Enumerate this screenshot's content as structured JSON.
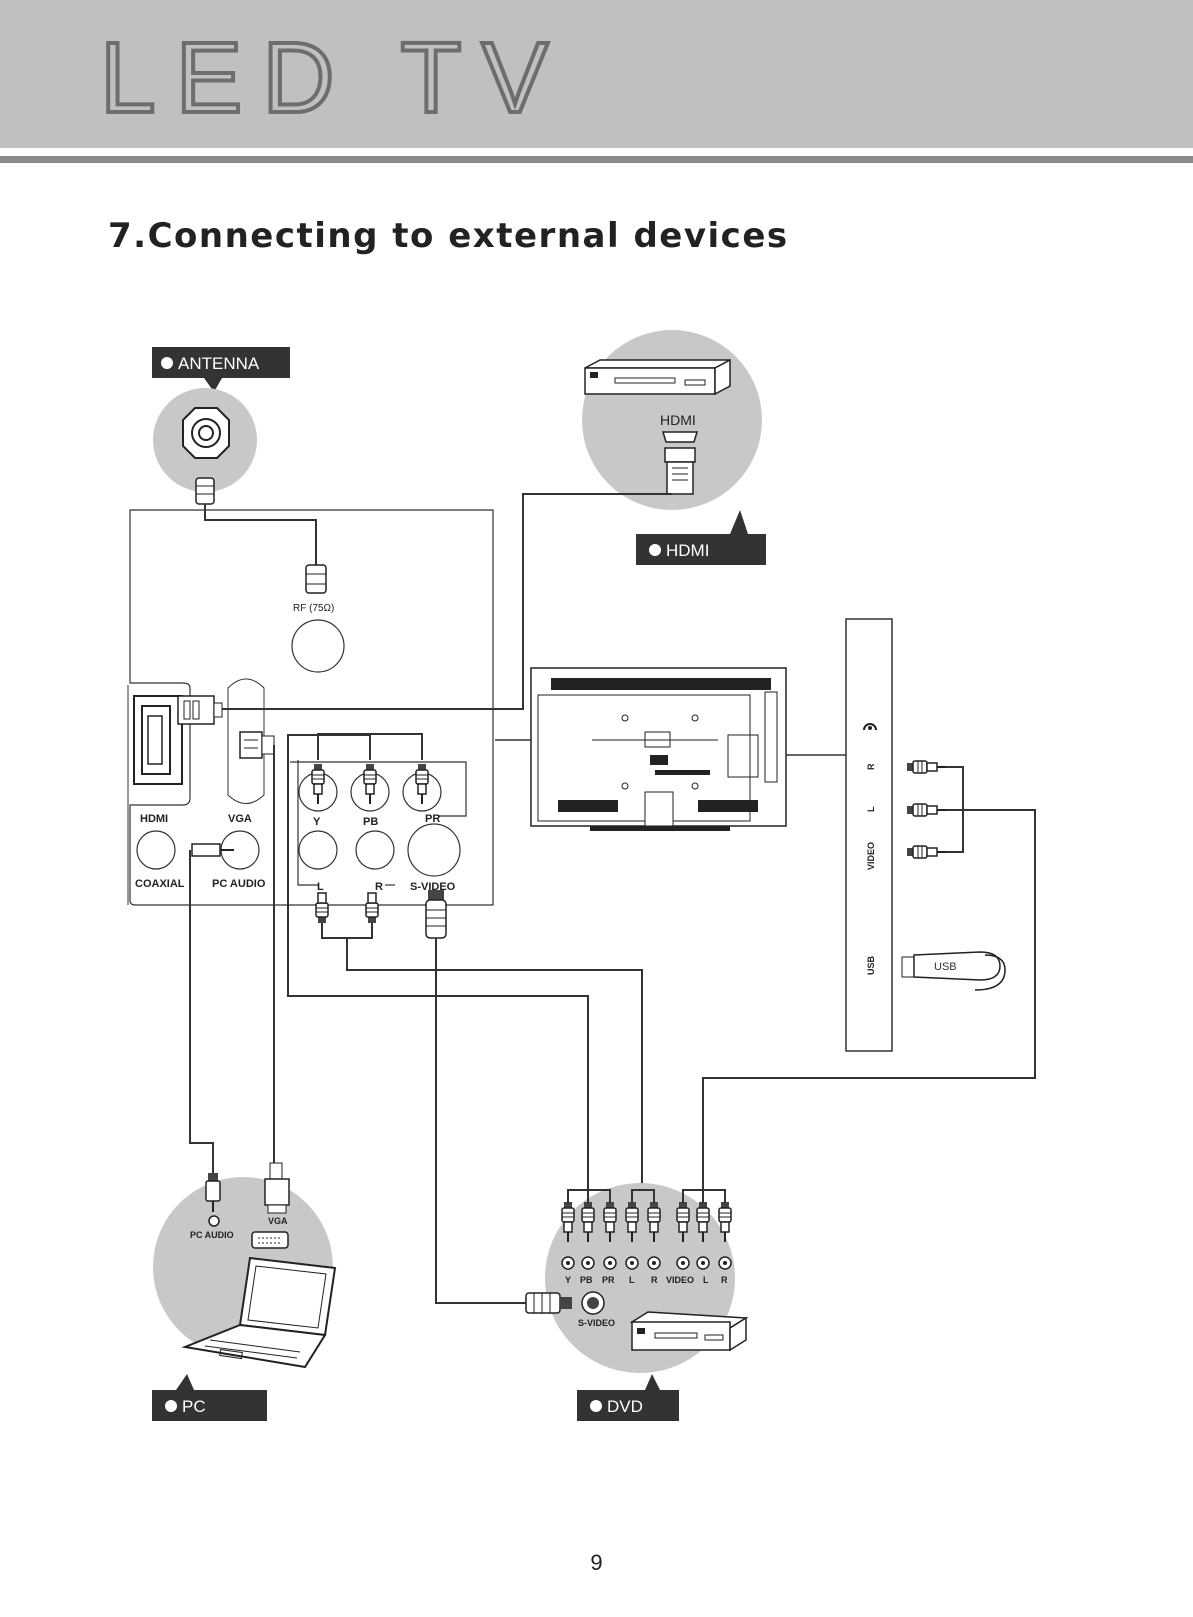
{
  "header": {
    "title": "LED TV"
  },
  "section": {
    "heading": "7.Connecting to external devices"
  },
  "tags": {
    "antenna": "ANTENNA",
    "hdmi": "HDMI",
    "pc": "PC",
    "dvd": "DVD"
  },
  "hdmi_device": {
    "port_label": "HDMI"
  },
  "tv_panel": {
    "rf_label": "RF (75Ω)",
    "hdmi_label": "HDMI",
    "vga_label": "VGA",
    "coaxial_label": "COAXIAL",
    "pc_audio_label": "PC AUDIO",
    "y_label": "Y",
    "pb_label": "PB",
    "pr_label": "PR",
    "l_label": "L",
    "r_label": "R",
    "svideo_label": "S-VIDEO"
  },
  "side_panel": {
    "r_label": "R",
    "l_label": "L",
    "video_label": "VIDEO",
    "usb_label": "USB",
    "usb_stick_label": "USB"
  },
  "pc_device": {
    "pc_audio_label": "PC AUDIO",
    "vga_label": "VGA"
  },
  "dvd_device": {
    "y_label": "Y",
    "pb_label": "PB",
    "pr_label": "PR",
    "l1_label": "L",
    "r1_label": "R",
    "video_label": "VIDEO",
    "l2_label": "L",
    "r2_label": "R",
    "svideo_label": "S-VIDEO"
  },
  "footer": {
    "page_number": "9"
  }
}
